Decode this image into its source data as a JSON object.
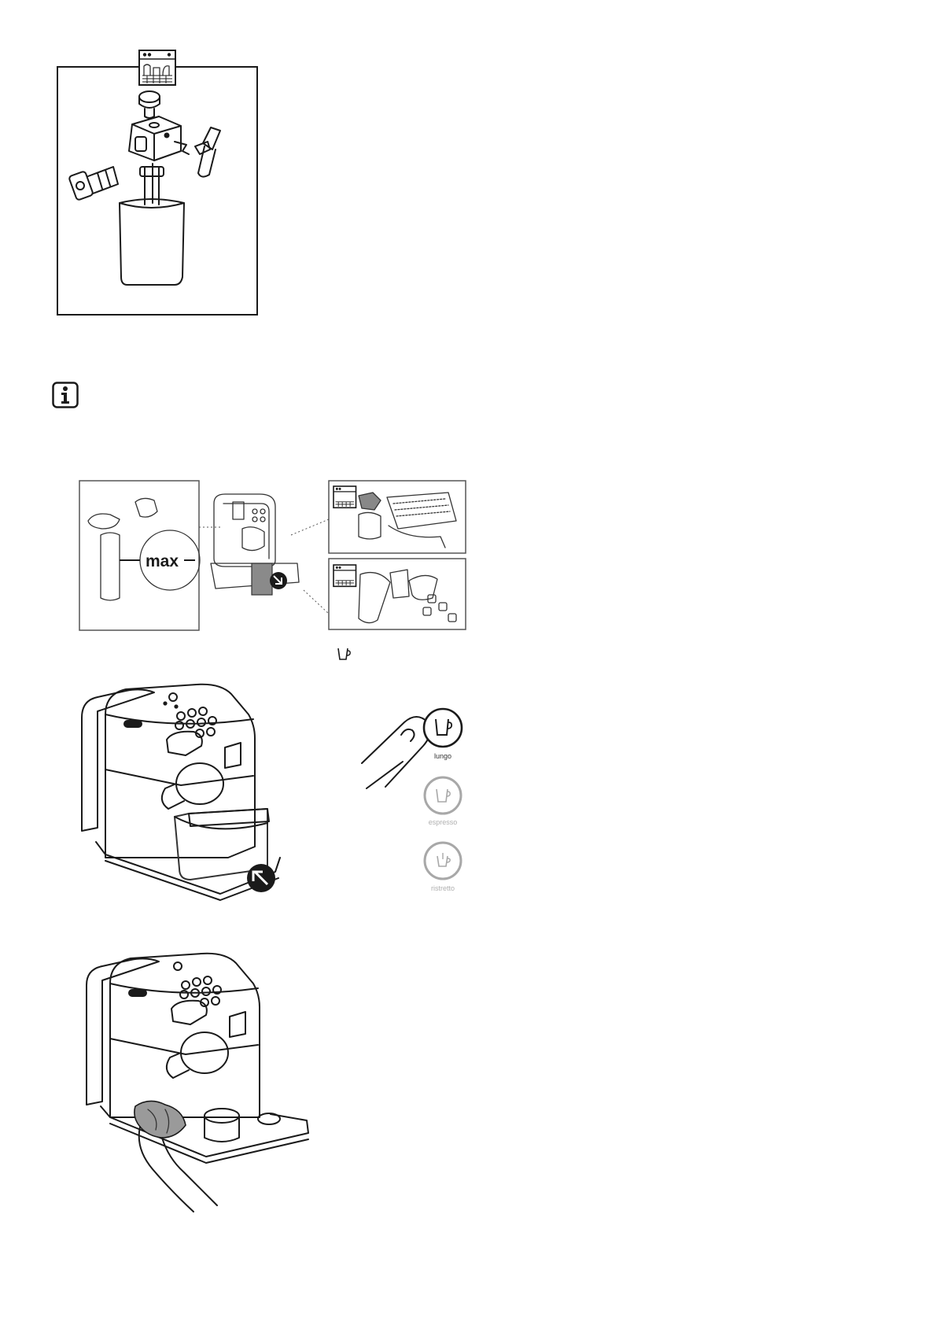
{
  "panel_max": {
    "label": "max"
  },
  "cup_buttons": [
    {
      "label": "lungo",
      "active": true
    },
    {
      "label": "espresso",
      "active": false
    },
    {
      "label": "ristretto",
      "active": false
    }
  ],
  "colors": {
    "line": "#1a1a1a",
    "inactive": "#a8a8a8",
    "highlight": "#8a8a8a"
  },
  "icons": [
    "dishwasher-icon",
    "info-icon",
    "cup-icon",
    "arrow-icon",
    "finger-icon",
    "cloth-icon"
  ]
}
